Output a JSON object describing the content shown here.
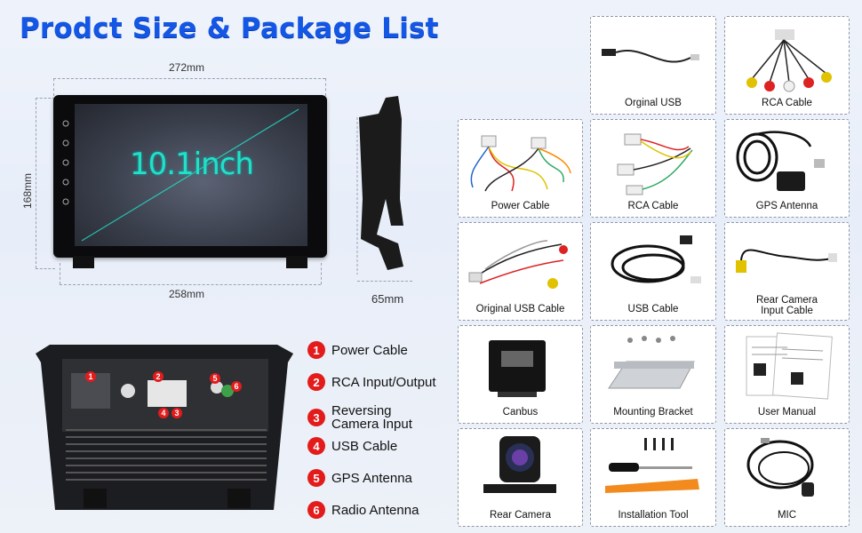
{
  "title": "Prodct Size & Package List",
  "dimensions": {
    "width_top": "272mm",
    "height": "168mm",
    "width_bottom": "258mm",
    "depth": "65mm",
    "screen_label": "10.1inch"
  },
  "legend": [
    {
      "num": "1",
      "label": "Power Cable"
    },
    {
      "num": "2",
      "label": "RCA Input/Output"
    },
    {
      "num": "3",
      "label": "Reversing Camera Input"
    },
    {
      "num": "4",
      "label": "USB Cable"
    },
    {
      "num": "5",
      "label": "GPS Antenna"
    },
    {
      "num": "6",
      "label": "Radio Antenna"
    }
  ],
  "back_markers": [
    "1",
    "2",
    "4",
    "3",
    "5",
    "6"
  ],
  "package_items": [
    {
      "name": "Orginal USB",
      "icon": "usb-cable-icon"
    },
    {
      "name": "RCA Cable",
      "icon": "rca-cable-icon"
    },
    {
      "name": "Power Cable",
      "icon": "power-harness-icon"
    },
    {
      "name": "RCA Cable",
      "icon": "rca-harness-icon"
    },
    {
      "name": "GPS Antenna",
      "icon": "gps-antenna-icon"
    },
    {
      "name": "Original USB Cable",
      "icon": "usb-harness-icon"
    },
    {
      "name": "USB Cable",
      "icon": "usb-coil-icon"
    },
    {
      "name": "Rear Camera\nInput Cable",
      "icon": "camera-cable-icon"
    },
    {
      "name": "Canbus",
      "icon": "canbus-box-icon"
    },
    {
      "name": "Mounting Bracket",
      "icon": "bracket-icon"
    },
    {
      "name": "User Manual",
      "icon": "manual-icon"
    },
    {
      "name": "Rear Camera",
      "icon": "rear-camera-icon"
    },
    {
      "name": "Installation Tool",
      "icon": "tools-icon"
    },
    {
      "name": "MIC",
      "icon": "mic-icon"
    }
  ],
  "colors": {
    "title": "#1457e6",
    "badge": "#e31b1b",
    "screen_text": "#22e0c7"
  }
}
